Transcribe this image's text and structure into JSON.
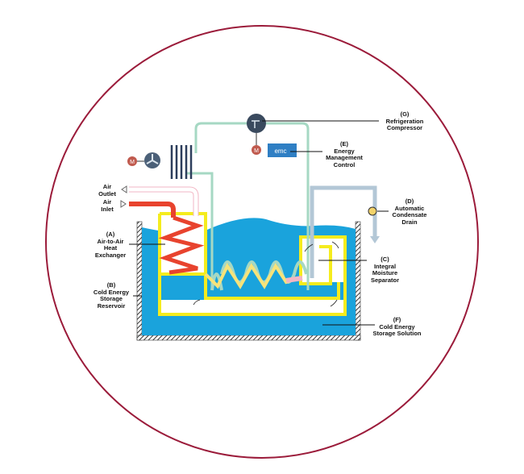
{
  "colors": {
    "frame": "#9b1b3a",
    "water": "#1aa3dc",
    "refrigerant_line": "#a6d8c3",
    "heat_path": "#f5ec1e",
    "hot_air": "#e8432e",
    "condensate": "#b3c7d6",
    "compressor": "#3a4a5e",
    "emc": "#2f7fc4"
  },
  "components": {
    "emc_label": "emc",
    "motor_label": "M"
  },
  "labels": {
    "g": {
      "code": "(G)",
      "name": "Refrigeration\nCompressor"
    },
    "e": {
      "code": "(E)",
      "name": "Energy\nManagement\nControl"
    },
    "d": {
      "code": "(D)",
      "name": "Automatic\nCondensate\nDrain"
    },
    "c": {
      "code": "(C)",
      "name": "Integral\nMoisture\nSeparator"
    },
    "f": {
      "code": "(F)",
      "name": "Cold Energy\nStorage Solution"
    },
    "a": {
      "code": "(A)",
      "name": "Air-to-Air\nHeat\nExchanger"
    },
    "b": {
      "code": "(B)",
      "name": "Cold Energy\nStorage\nReservoir"
    },
    "air_outlet": "Air\nOutlet",
    "air_inlet": "Air\nInlet"
  }
}
